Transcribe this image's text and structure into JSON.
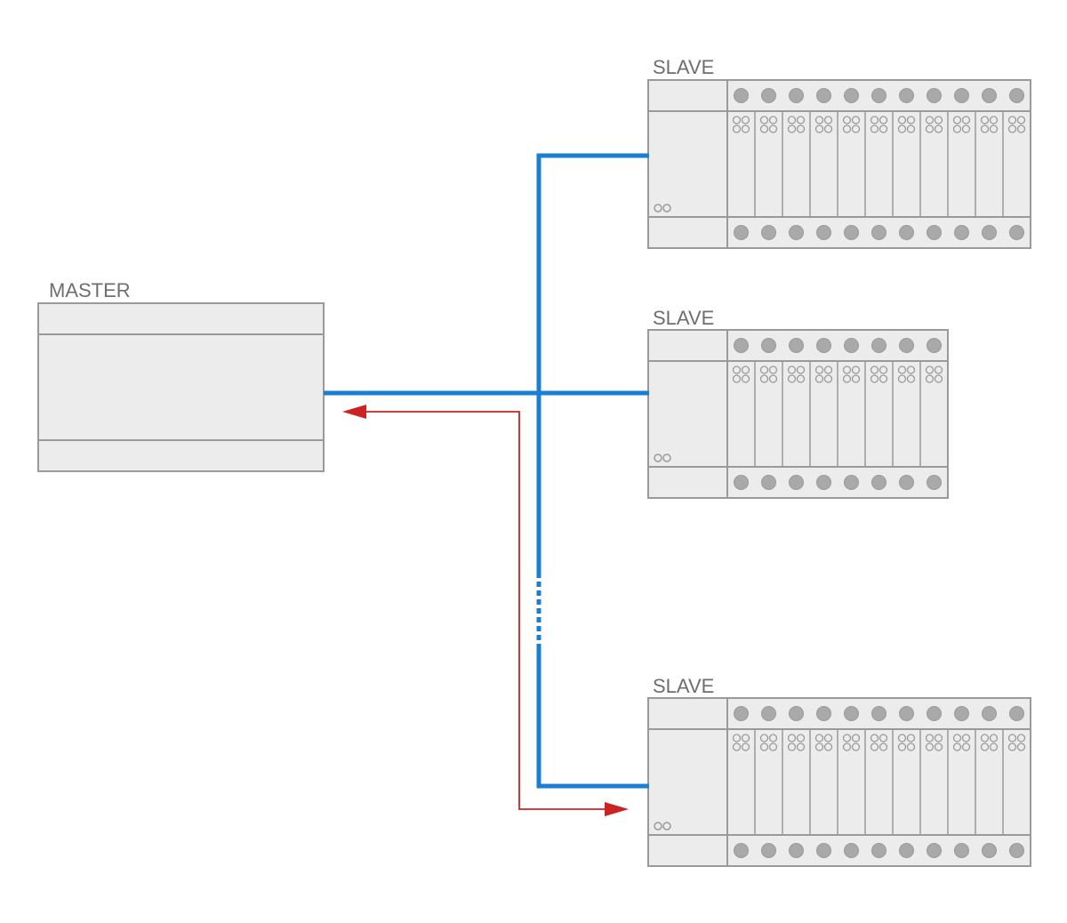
{
  "master": {
    "label": "MASTER"
  },
  "slaves": [
    {
      "label": "SLAVE",
      "modules": 11
    },
    {
      "label": "SLAVE",
      "modules": 8
    },
    {
      "label": "SLAVE",
      "modules": 11
    }
  ],
  "colors": {
    "bus_line": "#1a7fd4",
    "signal_arrow": "#cc2222",
    "device_fill": "#ececec",
    "device_stroke": "#9a9a9a",
    "indicator_fill": "#a9a9a9",
    "label_text": "#6e6e6e"
  },
  "connections": [
    {
      "from": "master",
      "to": "slave-1",
      "type": "bus"
    },
    {
      "from": "master",
      "to": "slave-2",
      "type": "bus"
    },
    {
      "from": "master",
      "to": "slave-3",
      "type": "bus",
      "interrupted": true
    },
    {
      "from": "slave-3",
      "to": "master",
      "type": "signal",
      "bidirectional": true
    }
  ]
}
